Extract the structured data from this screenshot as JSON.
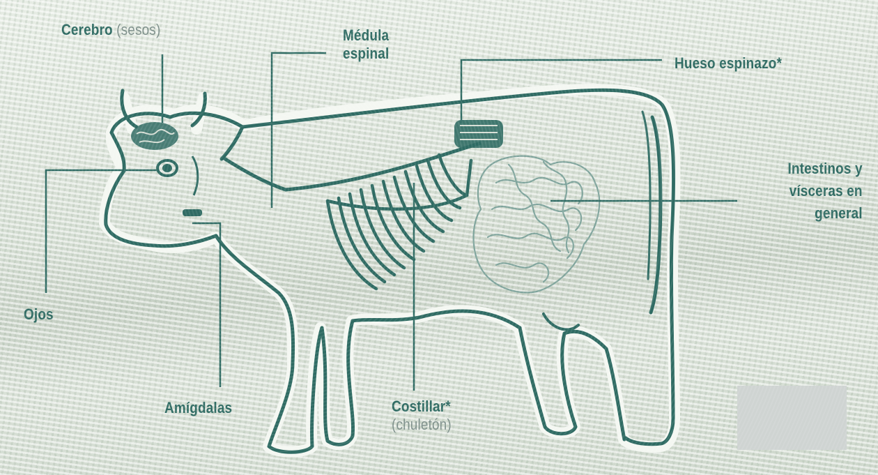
{
  "labels": {
    "cerebro": {
      "main": "Cerebro",
      "note": "(sesos)"
    },
    "medula": {
      "line1": "Médula",
      "line2": "espinal"
    },
    "hueso": {
      "main": "Hueso espinazo*"
    },
    "intestinos": {
      "line1": "Intestinos y",
      "line2": "vísceras en",
      "line3": "general"
    },
    "ojos": {
      "main": "Ojos"
    },
    "amigdalas": {
      "main": "Amígdalas"
    },
    "costillar": {
      "main": "Costillar*",
      "note": "(chuletón)"
    }
  },
  "colors": {
    "ink": "#2f6b63",
    "note": "#7d8f8a",
    "halo": "#f4f7f2"
  }
}
